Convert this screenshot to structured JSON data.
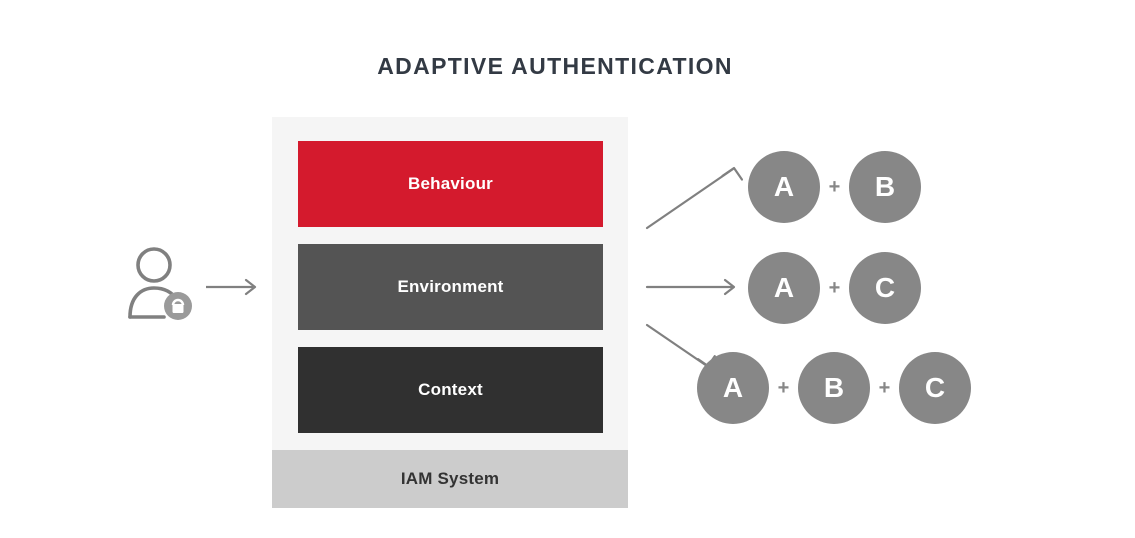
{
  "title": "ADAPTIVE AUTHENTICATION",
  "colors": {
    "behaviour": "#d41a2d",
    "environment": "#545454",
    "context": "#303030",
    "panel": "#f5f5f5",
    "iam": "#cccccc",
    "circle": "#878787",
    "title_text": "#333a44",
    "arrow": "#808080"
  },
  "actor": {
    "icon": "user-with-lock-icon",
    "arrow_icon": "arrow-right-icon"
  },
  "stack": {
    "layers": [
      {
        "label": "Behaviour",
        "color": "#d41a2d"
      },
      {
        "label": "Environment",
        "color": "#545454"
      },
      {
        "label": "Context",
        "color": "#303030"
      }
    ],
    "base_label": "IAM System"
  },
  "fan_arrows": [
    {
      "name": "arrow-up-right-icon"
    },
    {
      "name": "arrow-right-icon"
    },
    {
      "name": "arrow-down-right-icon"
    }
  ],
  "outcomes": [
    {
      "plus": "+",
      "factors": [
        "A",
        "B"
      ]
    },
    {
      "plus": "+",
      "factors": [
        "A",
        "C"
      ]
    },
    {
      "plus": "+",
      "factors": [
        "A",
        "B",
        "C"
      ]
    }
  ]
}
